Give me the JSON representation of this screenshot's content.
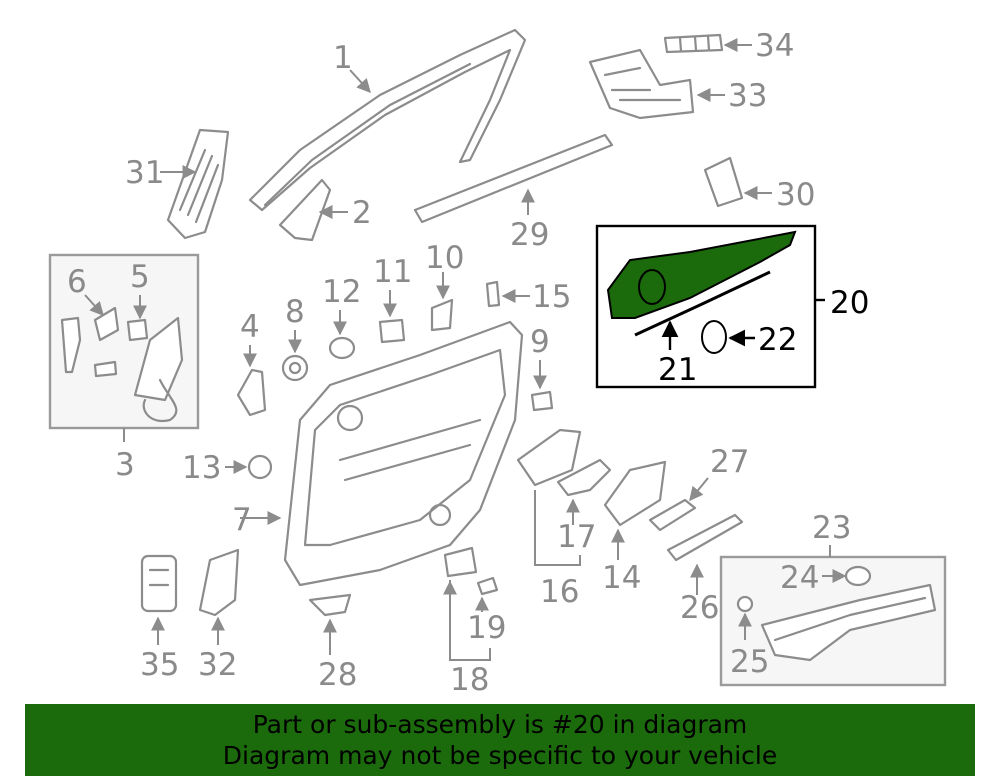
{
  "labels": {
    "p1": "1",
    "p2": "2",
    "p3": "3",
    "p4": "4",
    "p5": "5",
    "p6": "6",
    "p7": "7",
    "p8": "8",
    "p9": "9",
    "p10": "10",
    "p11": "11",
    "p12": "12",
    "p13": "13",
    "p14": "14",
    "p15": "15",
    "p16": "16",
    "p17": "17",
    "p18": "18",
    "p19": "19",
    "p20": "20",
    "p21": "21",
    "p22": "22",
    "p23": "23",
    "p24": "24",
    "p25": "25",
    "p26": "26",
    "p27": "27",
    "p28": "28",
    "p29": "29",
    "p30": "30",
    "p31": "31",
    "p32": "32",
    "p33": "33",
    "p34": "34",
    "p35": "35"
  },
  "highlighted_part": "20",
  "colors": {
    "highlight": "#1b6b0c",
    "parts": "#8c8c8c",
    "banner_bg": "#1b6b0c"
  },
  "banner": {
    "line1": "Part or sub-assembly is #20 in diagram",
    "line2": "Diagram may not be specific to your vehicle"
  }
}
